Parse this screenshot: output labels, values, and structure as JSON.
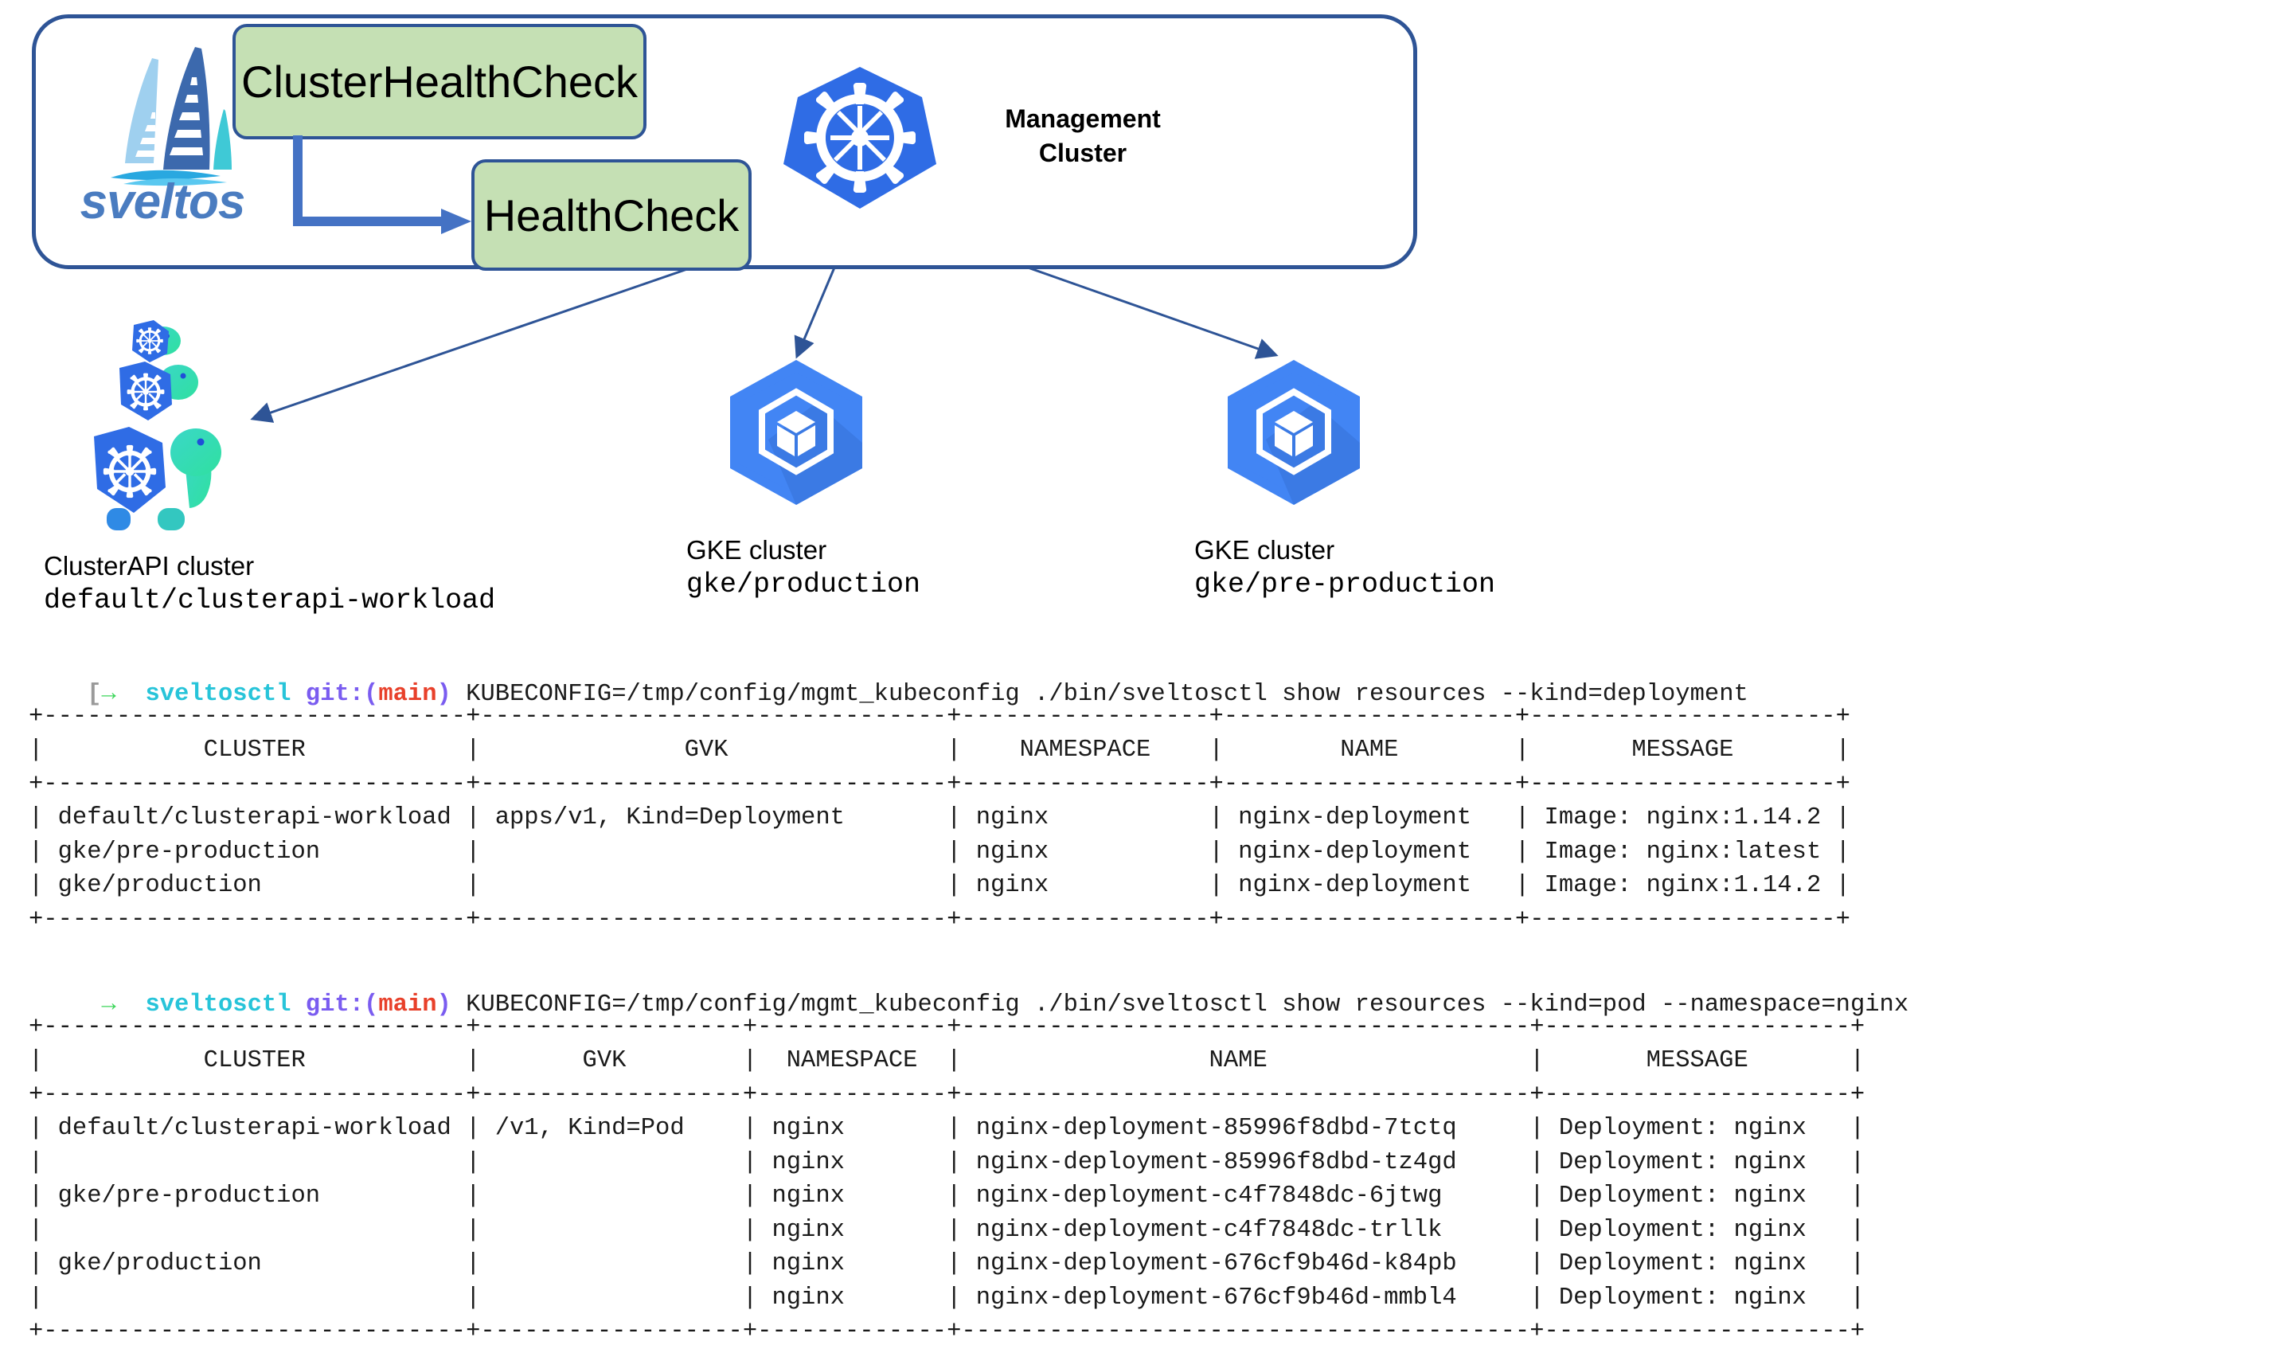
{
  "diagram": {
    "management_cluster": {
      "label": "Management\nCluster",
      "label_line1": "Management",
      "label_line2": "Cluster",
      "icon": "kubernetes-icon"
    },
    "logo": {
      "name": "sveltos",
      "icon": "sveltos-sailboat-logo"
    },
    "crds": [
      {
        "id": "clusterhealthcheck",
        "label": "ClusterHealthCheck"
      },
      {
        "id": "healthcheck",
        "label": "HealthCheck"
      }
    ],
    "clusters": [
      {
        "id": "clusterapi",
        "kind": "ClusterAPI cluster",
        "name": "default/clusterapi-workload",
        "icon": "clusterapi-turtles-icon"
      },
      {
        "id": "gke-production",
        "kind": "GKE cluster",
        "name": "gke/production",
        "icon": "gke-hexagon-icon"
      },
      {
        "id": "gke-pre-production",
        "kind": "GKE cluster",
        "name": "gke/pre-production",
        "icon": "gke-hexagon-icon"
      }
    ],
    "colors": {
      "box_fill": "#c5e0b4",
      "box_border": "#2e5496",
      "arrow": "#4472c4",
      "kubernetes_blue": "#326ce5",
      "gke_blue": "#4285f4",
      "sveltos_blue": "#4a7cc0"
    }
  },
  "terminal": {
    "prompt": {
      "bracket": "[",
      "arrow": "→",
      "dir": "sveltosctl",
      "git_label": "git:",
      "lparen": "(",
      "branch": "main",
      "rparen": ")"
    },
    "commands": [
      {
        "id": "show-deployments",
        "text": " KUBECONFIG=/tmp/config/mgmt_kubeconfig ./bin/sveltosctl show resources --kind=deployment",
        "show_bracket": true
      },
      {
        "id": "show-pods",
        "text": " KUBECONFIG=/tmp/config/mgmt_kubeconfig ./bin/sveltosctl show resources --kind=pod --namespace=nginx",
        "show_bracket": false
      }
    ],
    "tables": [
      {
        "id": "deployments-table",
        "columns": [
          "CLUSTER",
          "GVK",
          "NAMESPACE",
          "NAME",
          "MESSAGE"
        ],
        "widths": [
          29,
          32,
          17,
          20,
          21
        ],
        "rows": [
          [
            "default/clusterapi-workload",
            "apps/v1, Kind=Deployment",
            "nginx",
            "nginx-deployment",
            "Image: nginx:1.14.2"
          ],
          [
            "gke/pre-production",
            "",
            "nginx",
            "nginx-deployment",
            "Image: nginx:latest"
          ],
          [
            "gke/production",
            "",
            "nginx",
            "nginx-deployment",
            "Image: nginx:1.14.2"
          ]
        ]
      },
      {
        "id": "pods-table",
        "columns": [
          "CLUSTER",
          "GVK",
          "NAMESPACE",
          "NAME",
          "MESSAGE"
        ],
        "widths": [
          29,
          18,
          13,
          39,
          21
        ],
        "rows": [
          [
            "default/clusterapi-workload",
            "/v1, Kind=Pod",
            "nginx",
            "nginx-deployment-85996f8dbd-7tctq",
            "Deployment: nginx"
          ],
          [
            "",
            "",
            "nginx",
            "nginx-deployment-85996f8dbd-tz4gd",
            "Deployment: nginx"
          ],
          [
            "gke/pre-production",
            "",
            "nginx",
            "nginx-deployment-c4f7848dc-6jtwg",
            "Deployment: nginx"
          ],
          [
            "",
            "",
            "nginx",
            "nginx-deployment-c4f7848dc-trllk",
            "Deployment: nginx"
          ],
          [
            "gke/production",
            "",
            "nginx",
            "nginx-deployment-676cf9b46d-k84pb",
            "Deployment: nginx"
          ],
          [
            "",
            "",
            "nginx",
            "nginx-deployment-676cf9b46d-mmbl4",
            "Deployment: nginx"
          ]
        ]
      }
    ],
    "colors": {
      "prompt_arrow": "#3fd65c",
      "prompt_dir": "#27c4d9",
      "prompt_git": "#7a5cf0",
      "prompt_branch": "#e8402a",
      "text": "#1a1a1a"
    }
  }
}
